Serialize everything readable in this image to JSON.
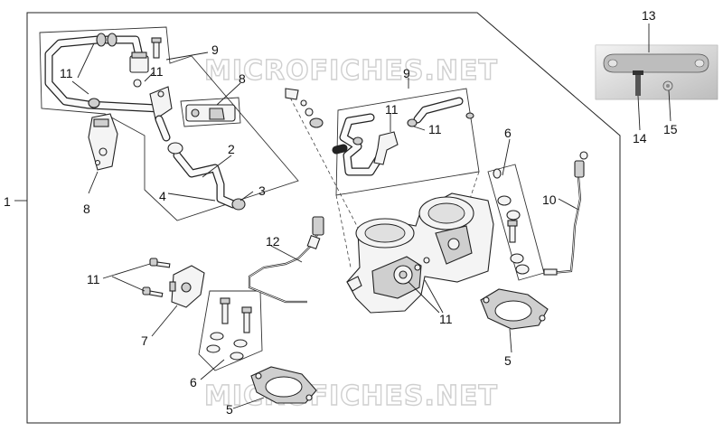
{
  "watermark": "MICROFICHES.NET",
  "callouts": {
    "main_assembly": "1",
    "hose_a": "2",
    "clamp_a": "3",
    "hose_b": "4",
    "gasket_left": "5",
    "gasket_right": "5",
    "spacer_kit_left": "6",
    "spacer_kit_right": "6",
    "sensor_tps": "7",
    "injector": "8",
    "bracket": "8",
    "hose_kit_left": "9",
    "hose_kit_center": "9",
    "cable_right": "10",
    "clamp_top_left": "11",
    "clamp_top_mid": "11",
    "clamp_center_top": "11",
    "clamp_center_right": "11",
    "screws_left": "11",
    "throttle_bolts": "11",
    "cable_left": "12",
    "inset_plate": "13",
    "inset_bolt": "14",
    "inset_nut": "15"
  }
}
